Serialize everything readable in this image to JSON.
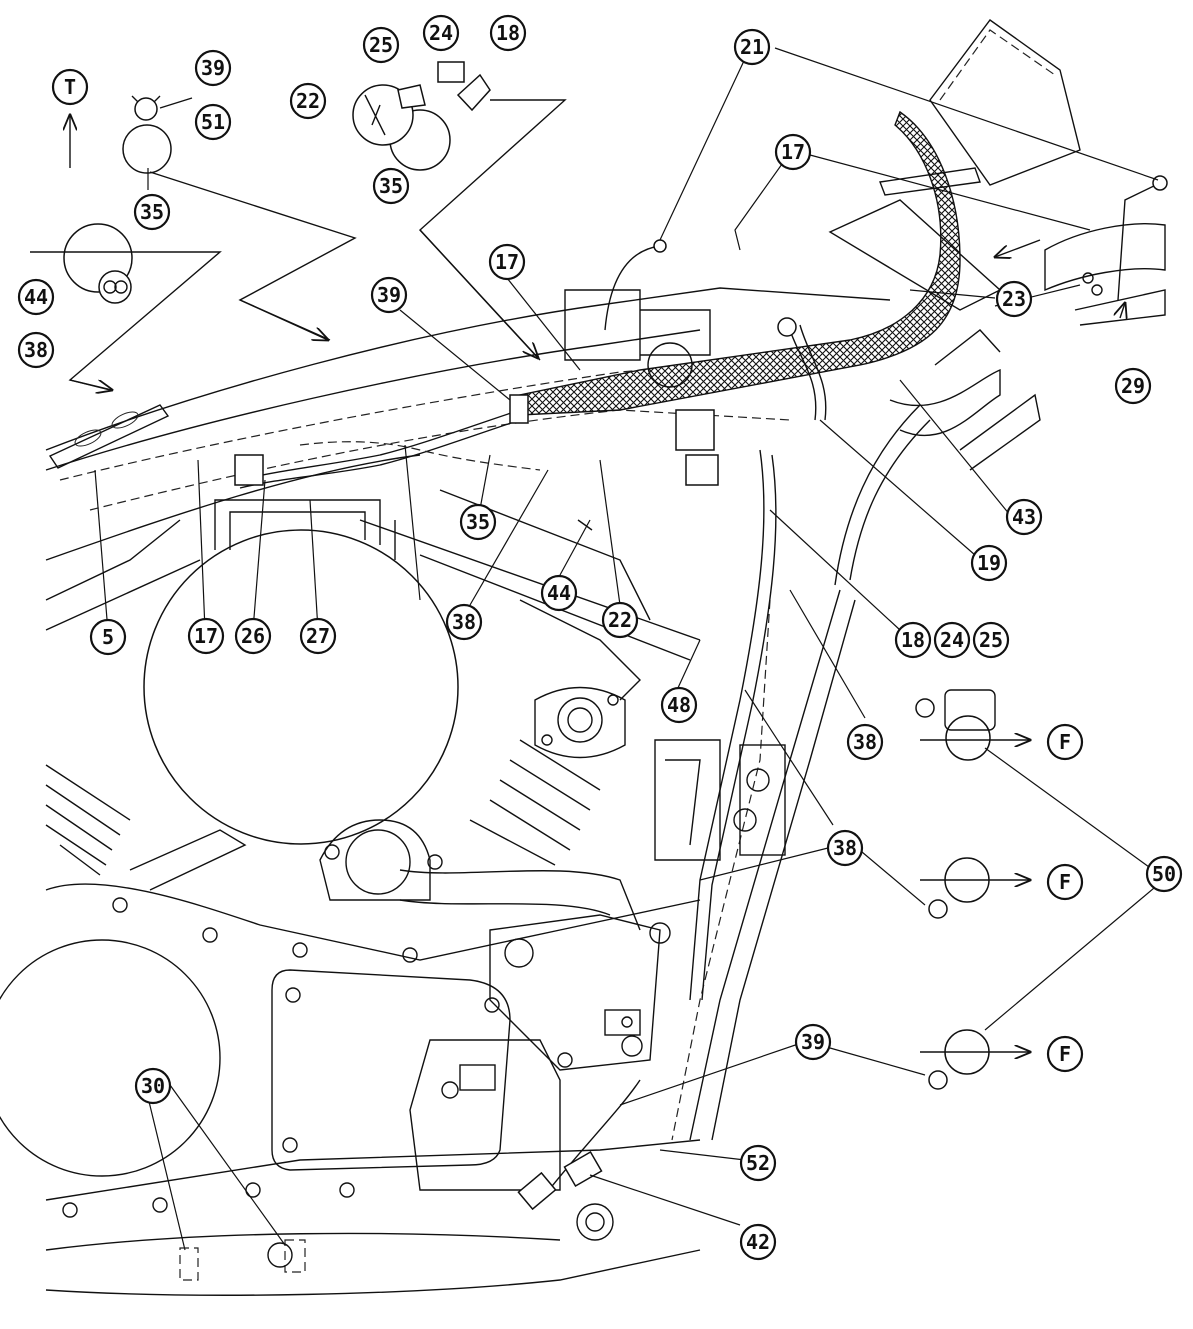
{
  "callouts": [
    {
      "id": "c39a",
      "label": "39"
    },
    {
      "id": "c51",
      "label": "51"
    },
    {
      "id": "cT",
      "label": "T"
    },
    {
      "id": "c35a",
      "label": "35"
    },
    {
      "id": "c44a",
      "label": "44"
    },
    {
      "id": "c38a",
      "label": "38"
    },
    {
      "id": "c22a",
      "label": "22"
    },
    {
      "id": "c25a",
      "label": "25"
    },
    {
      "id": "c24a",
      "label": "24"
    },
    {
      "id": "c18a",
      "label": "18"
    },
    {
      "id": "c35b",
      "label": "35"
    },
    {
      "id": "c21",
      "label": "21"
    },
    {
      "id": "c17a",
      "label": "17"
    },
    {
      "id": "c17b",
      "label": "17"
    },
    {
      "id": "c39b",
      "label": "39"
    },
    {
      "id": "c23",
      "label": "23"
    },
    {
      "id": "c29",
      "label": "29"
    },
    {
      "id": "c43",
      "label": "43"
    },
    {
      "id": "c19",
      "label": "19"
    },
    {
      "id": "c18b",
      "label": "18"
    },
    {
      "id": "c24b",
      "label": "24"
    },
    {
      "id": "c25b",
      "label": "25"
    },
    {
      "id": "c5",
      "label": "5"
    },
    {
      "id": "c17c",
      "label": "17"
    },
    {
      "id": "c26",
      "label": "26"
    },
    {
      "id": "c27",
      "label": "27"
    },
    {
      "id": "c38b",
      "label": "38"
    },
    {
      "id": "c35c",
      "label": "35"
    },
    {
      "id": "c44b",
      "label": "44"
    },
    {
      "id": "c22b",
      "label": "22"
    },
    {
      "id": "c48",
      "label": "48"
    },
    {
      "id": "c38c",
      "label": "38"
    },
    {
      "id": "cF1",
      "label": "F"
    },
    {
      "id": "c38d",
      "label": "38"
    },
    {
      "id": "cF2",
      "label": "F"
    },
    {
      "id": "c50",
      "label": "50"
    },
    {
      "id": "cF3",
      "label": "F"
    },
    {
      "id": "c39c",
      "label": "39"
    },
    {
      "id": "c52",
      "label": "52"
    },
    {
      "id": "c42",
      "label": "42"
    },
    {
      "id": "c30",
      "label": "30"
    }
  ]
}
